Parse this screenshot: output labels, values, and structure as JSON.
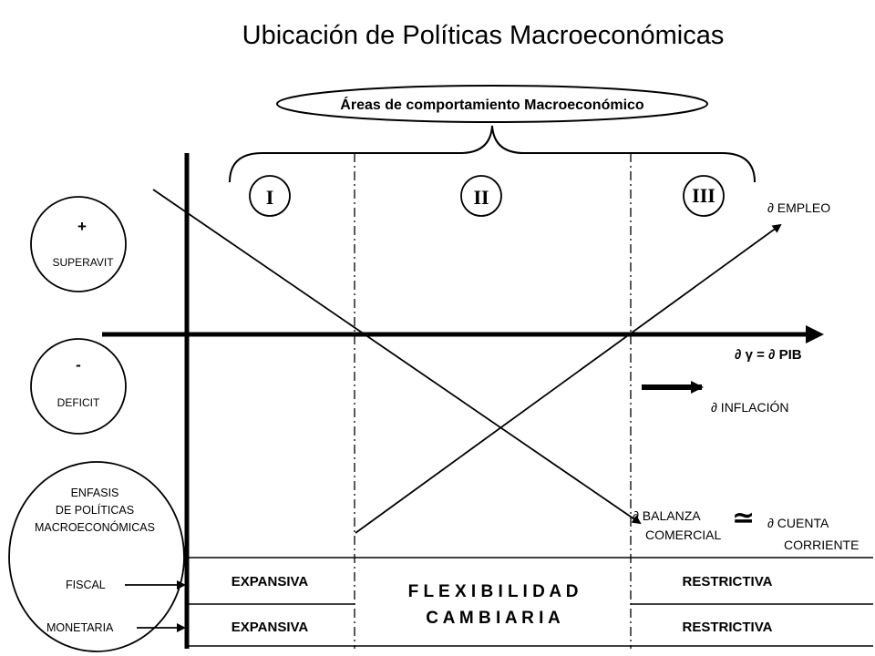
{
  "title": "Ubicación de Políticas Macroeconómicas",
  "areas_label": "Áreas de comportamiento Macroeconómico",
  "zones": [
    "I",
    "II",
    "III"
  ],
  "left_panel": {
    "superavit_sign": "+",
    "superavit_label": "SUPERAVIT",
    "deficit_sign": "-",
    "deficit_label": "DEFICIT",
    "enfasis_line1": "ENFASIS",
    "enfasis_line2": "DE POLÍTICAS",
    "enfasis_line3": "MACROECONÓMICAS",
    "fiscal_label": "FISCAL",
    "monetaria_label": "MONETARIA"
  },
  "labels": {
    "empleo": "∂ EMPLEO",
    "pib": "∂ γ = ∂ PIB",
    "inflacion": "∂ INFLACIÓN",
    "balanza_line1": "∂ BALANZA",
    "balanza_line2": "COMERCIAL",
    "approx": "≃",
    "cuenta_line1": "∂ CUENTA",
    "cuenta_line2": "CORRIENTE"
  },
  "table": {
    "fiscal_left": "EXPANSIVA",
    "monetaria_left": "EXPANSIVA",
    "center_line1": "F L E X I B I L I D A D",
    "center_line2": "C A M B I A R I A",
    "fiscal_right": "RESTRICTIVA",
    "monetaria_right": "RESTRICTIVA"
  }
}
